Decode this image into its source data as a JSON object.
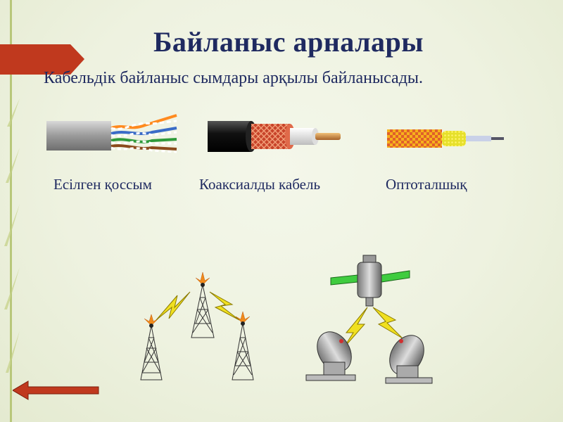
{
  "slide": {
    "title": "Байланыс арналары",
    "subtitle": "Кабельдік байланыс сымдары арқылы байланысады."
  },
  "cables": [
    {
      "label": "Есілген қоссым",
      "icon": "twisted-pair-cable-icon"
    },
    {
      "label": "Коаксиалды кабель",
      "icon": "coaxial-cable-icon"
    },
    {
      "label": "Оптоталшық",
      "icon": "fiber-optic-cable-icon"
    }
  ],
  "illustrations": [
    "radio-towers-illustration",
    "satellite-dishes-illustration"
  ],
  "navigation": {
    "back_icon": "left-arrow-icon"
  },
  "colors": {
    "title": "#1f2a60",
    "accent_tab": "#c0391e",
    "left_rule": "#b8c77a",
    "background": "#eef2e0"
  }
}
